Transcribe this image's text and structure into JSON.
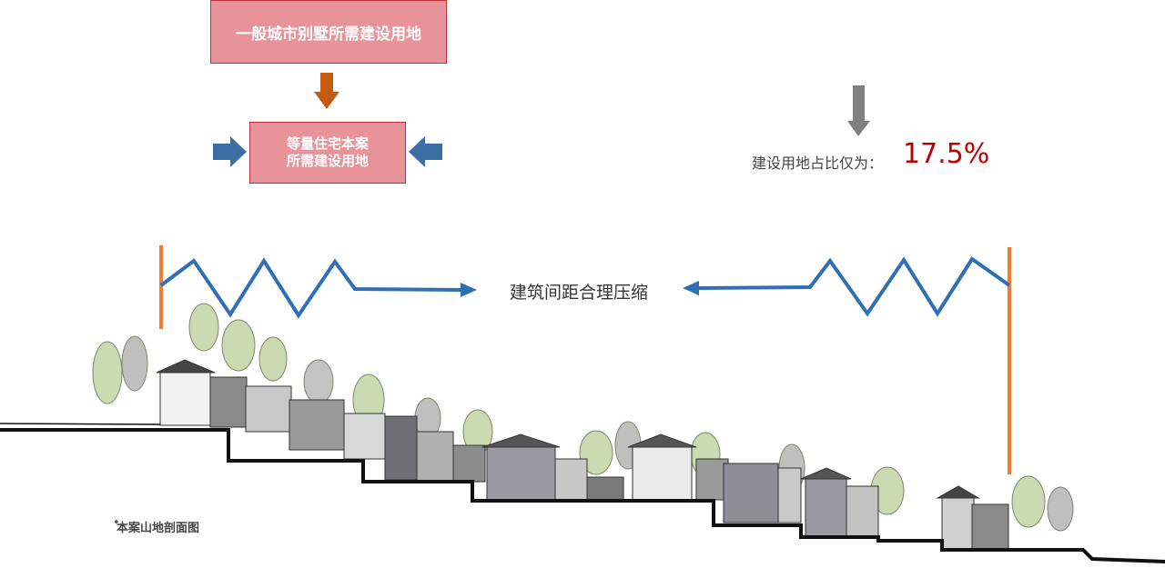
{
  "flow": {
    "top_box": "一般城市别墅所需建设用地",
    "mid_box_line1": "等量住宅本案",
    "mid_box_line2": "所需建设用地"
  },
  "ratio": {
    "label": "建设用地占比仅为：",
    "value": "17.5%"
  },
  "compress": {
    "label": "建筑间距合理压缩"
  },
  "caption": {
    "bullet": "•",
    "text": "本案山地剖面图"
  },
  "colors": {
    "box_fill": "#e8939a",
    "box_border": "#c0303a",
    "orange_arrow": "#c55a11",
    "blue": "#2e6fb5",
    "gray_arrow": "#7f7f7f",
    "orange_line": "#ed7d31",
    "ratio_red": "#c00000"
  }
}
